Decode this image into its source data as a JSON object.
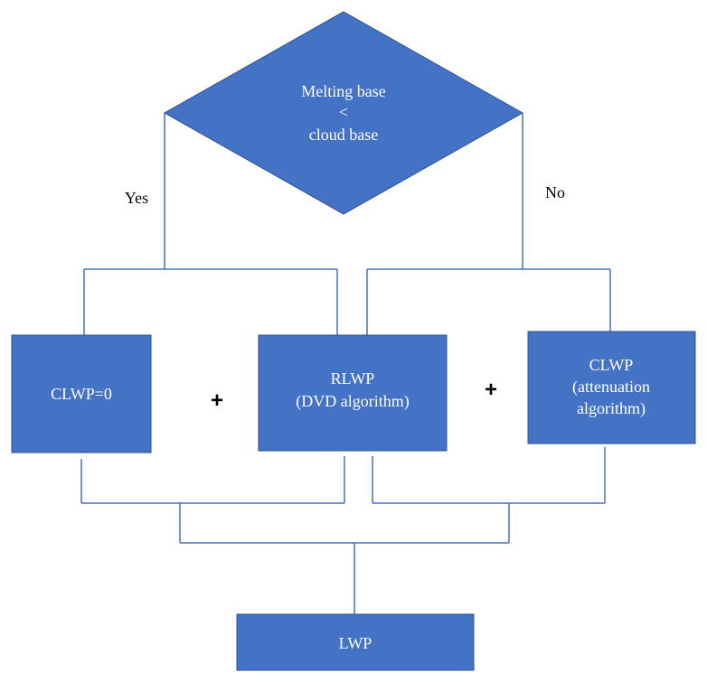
{
  "decision": {
    "line1": "Melting base",
    "line2": "<",
    "line3": "cloud base",
    "yes_label": "Yes",
    "no_label": "No"
  },
  "boxes": {
    "clwp_zero": "CLWP=0",
    "rlwp_line1": "RLWP",
    "rlwp_line2": "(DVD algorithm)",
    "clwp_att_line1": "CLWP",
    "clwp_att_line2": "(attenuation",
    "clwp_att_line3": "algorithm)",
    "lwp": "LWP"
  },
  "operators": {
    "plus_left": "+",
    "plus_right": "+"
  },
  "colors": {
    "shape_fill": "#4472c4",
    "connector": "#4472c4"
  }
}
